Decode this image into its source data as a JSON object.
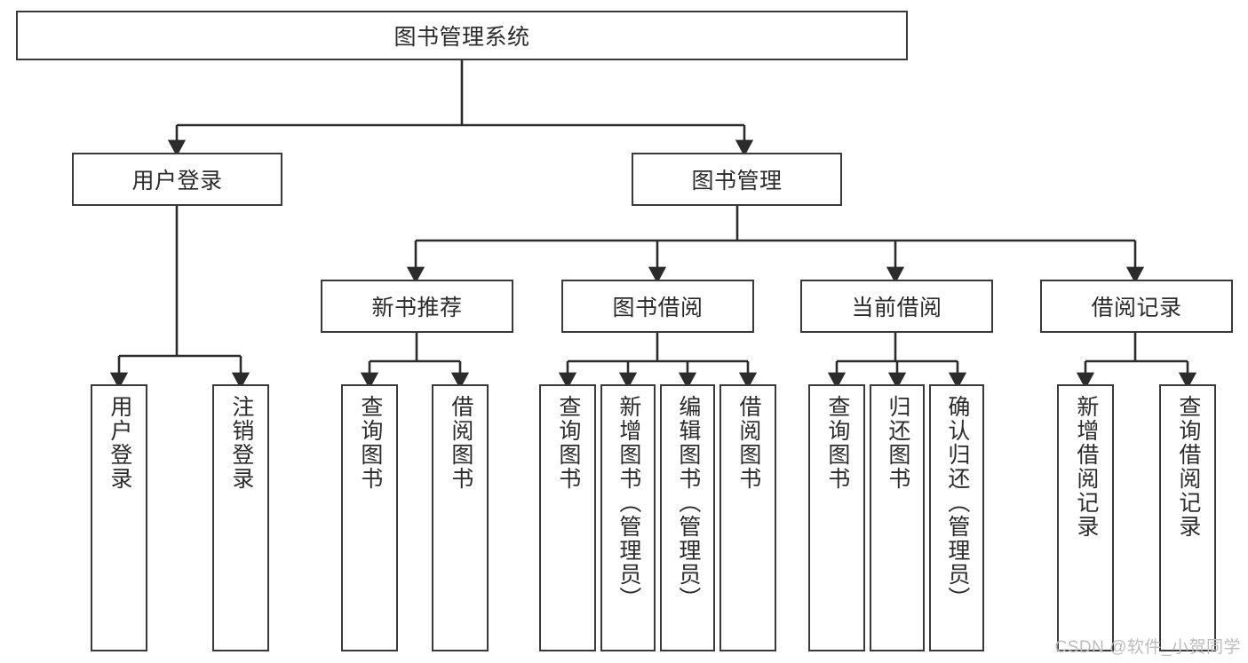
{
  "diagram": {
    "title": "图书管理系统",
    "type": "tree-structure-chart",
    "watermark": "CSDN @软件_小贺同学",
    "colors": {
      "box_border": "#3a3a3a",
      "box_fill": "#ffffff",
      "edge": "#2b2b2b",
      "text": "#2b2b2b",
      "watermark": "#bdbdbd",
      "background": "#ffffff"
    },
    "levels": {
      "root": {
        "id": "root",
        "label": "图书管理系统"
      },
      "level2": [
        {
          "id": "login",
          "label": "用户登录"
        },
        {
          "id": "bookmgmt",
          "label": "图书管理"
        }
      ],
      "level3": [
        {
          "id": "newbook",
          "label": "新书推荐",
          "parent": "bookmgmt"
        },
        {
          "id": "borrow",
          "label": "图书借阅",
          "parent": "bookmgmt"
        },
        {
          "id": "current",
          "label": "当前借阅",
          "parent": "bookmgmt"
        },
        {
          "id": "record",
          "label": "借阅记录",
          "parent": "bookmgmt"
        }
      ],
      "leaves": [
        {
          "id": "leaf-login-1",
          "label": "用户登录",
          "parent": "login"
        },
        {
          "id": "leaf-login-2",
          "label": "注销登录",
          "parent": "login"
        },
        {
          "id": "leaf-newbook-1",
          "label": "查询图书",
          "parent": "newbook"
        },
        {
          "id": "leaf-newbook-2",
          "label": "借阅图书",
          "parent": "newbook"
        },
        {
          "id": "leaf-borrow-1",
          "label": "查询图书",
          "parent": "borrow"
        },
        {
          "id": "leaf-borrow-2",
          "label": "新增图书（管理员）",
          "parent": "borrow"
        },
        {
          "id": "leaf-borrow-3",
          "label": "编辑图书（管理员）",
          "parent": "borrow"
        },
        {
          "id": "leaf-borrow-4",
          "label": "借阅图书",
          "parent": "borrow"
        },
        {
          "id": "leaf-current-1",
          "label": "查询图书",
          "parent": "current"
        },
        {
          "id": "leaf-current-2",
          "label": "归还图书",
          "parent": "current"
        },
        {
          "id": "leaf-current-3",
          "label": "确认归还（管理员）",
          "parent": "current"
        },
        {
          "id": "leaf-record-1",
          "label": "新增借阅记录",
          "parent": "record"
        },
        {
          "id": "leaf-record-2",
          "label": "查询借阅记录",
          "parent": "record"
        }
      ]
    }
  }
}
